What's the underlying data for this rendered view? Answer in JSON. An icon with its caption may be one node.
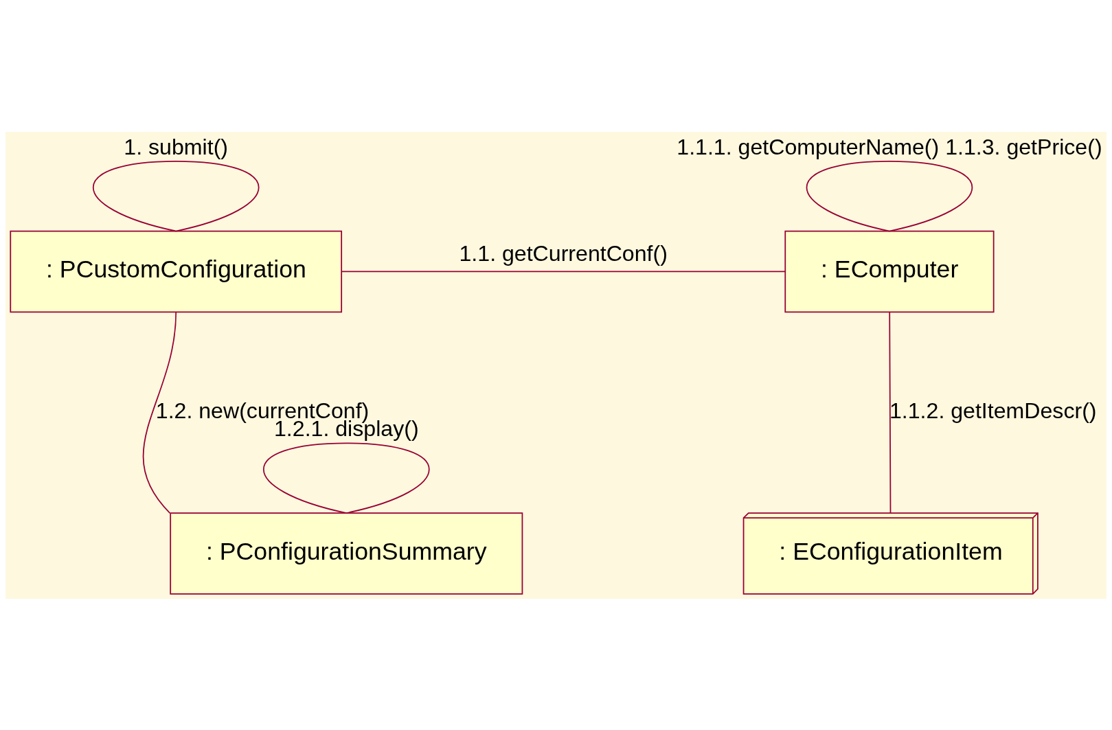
{
  "diagram": {
    "nodes": [
      {
        "text": [
          ": PCustomConfiguration"
        ]
      },
      {
        "text": [
          ": EComputer"
        ]
      },
      {
        "text": [
          ": PConfigurationSummary"
        ]
      },
      {
        "text": [
          ": EConfigurationItem"
        ]
      }
    ],
    "edges": [
      {
        "from": 0,
        "to": 0,
        "arrow": "none",
        "label": "1. submit()"
      },
      {
        "from": 0,
        "to": 1,
        "arrow": "none",
        "label": "1.1. getCurrentConf()"
      },
      {
        "from": 1,
        "to": 1,
        "arrow": "none",
        "label": "1.1.1. getComputerName() 1.1.3. getPrice()"
      },
      {
        "from": 1,
        "to": 3,
        "arrow": "none",
        "label": "1.1.2. getItemDescr()"
      },
      {
        "from": 0,
        "to": 2,
        "arrow": "none",
        "label": "1.2. new(currentConf)"
      },
      {
        "from": 2,
        "to": 2,
        "arrow": "none",
        "label": "1.2.1. display()"
      }
    ]
  }
}
